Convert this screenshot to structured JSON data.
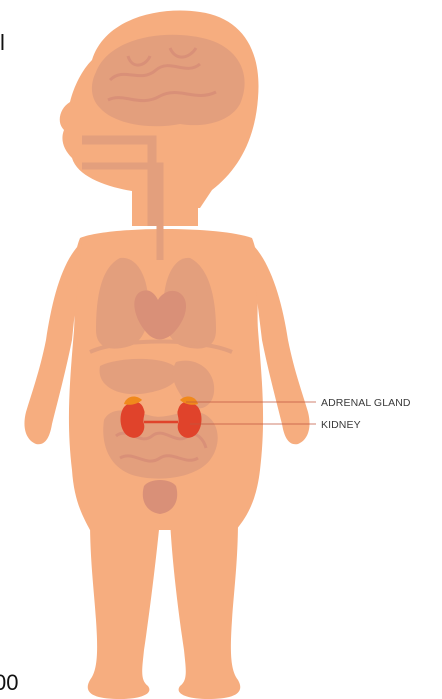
{
  "labels": {
    "adrenal_gland": "ADRENAL GLAND",
    "kidney": "KIDNEY"
  },
  "corner_text": {
    "top_left": "l",
    "bottom_left": "00"
  },
  "colors": {
    "skin": "#f6ad7f",
    "organ_shade": "#e39f7d",
    "organ_dark": "#d99078",
    "kidney": "#e0432b",
    "adrenal": "#f0891c",
    "leader_line": "#c0573f"
  }
}
